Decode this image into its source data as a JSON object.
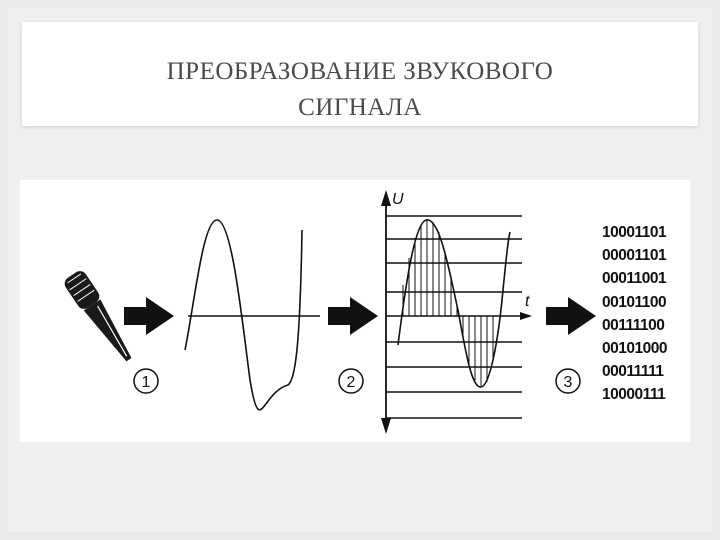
{
  "slide": {
    "title_line1": "ПРЕОБРАЗОВАНИЕ ЗВУКОВОГО",
    "title_line2": "СИГНАЛА"
  },
  "diagram": {
    "icons": [
      "microphone-icon",
      "arrow-right-icon"
    ],
    "steps": [
      "1",
      "2",
      "3"
    ],
    "axis_y_label": "U",
    "axis_x_label": "t",
    "binary_codes": [
      "10001101",
      "00001101",
      "00011001",
      "00101100",
      "00111100",
      "00101000",
      "00011111",
      "10000111"
    ]
  }
}
